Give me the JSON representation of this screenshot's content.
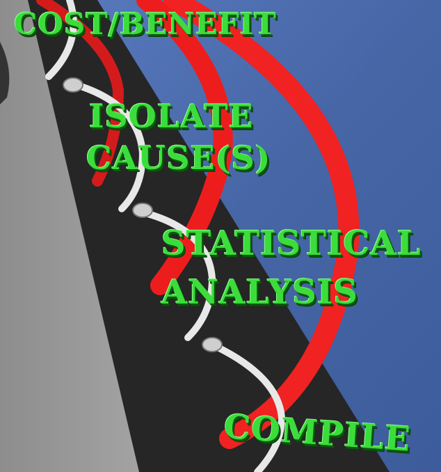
{
  "steps": [
    {
      "line1": "COST/BENEFIT"
    },
    {
      "line1": "ISOLATE",
      "line2": "CAUSE(S)"
    },
    {
      "line1": "STATISTICAL",
      "line2": "ANALYSIS"
    },
    {
      "line1": "COMPILE"
    }
  ],
  "colors": {
    "text_green": "#3bdc3b",
    "arc_red": "#f02020",
    "asphalt": "#2a2a2a",
    "concrete": "#9a9a9a",
    "water_blue": "#4a6aa8"
  }
}
